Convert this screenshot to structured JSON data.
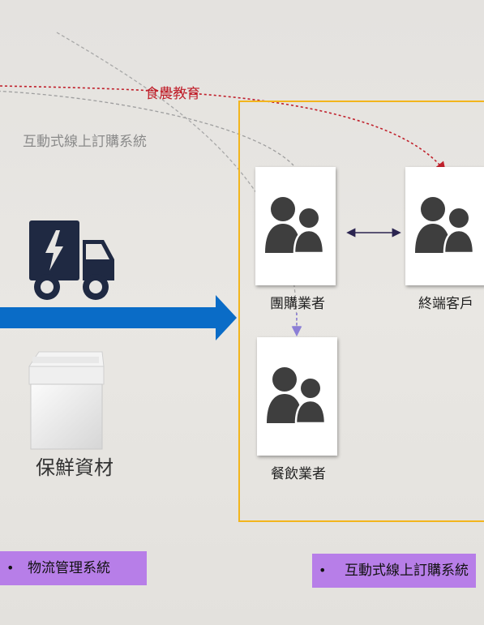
{
  "labels": {
    "food_education": "食農教育",
    "interactive_system_top": "互動式線上訂購系統",
    "group_buyers": "團購業者",
    "end_customers": "終端客戶",
    "restaurant_operators": "餐飲業者",
    "fresh_materials": "保鮮資材"
  },
  "tags": {
    "logistics": "物流管理系統",
    "interactive_system": "互動式線上訂購系統",
    "bullet": "•"
  },
  "colors": {
    "truck": "#1f2942",
    "blue_arrow": "#0a6cc7",
    "red_dotted": "#c0202b",
    "gray_dotted": "#9a9a9a",
    "purple_dotted": "#8c7fd6",
    "frame": "#f2b51d",
    "tag_bg": "#b77ee8",
    "person_icon": "#3e3e3e"
  },
  "icons": {
    "truck": "electric-truck-icon",
    "box": "styrofoam-box-icon",
    "people": "people-group-icon"
  }
}
